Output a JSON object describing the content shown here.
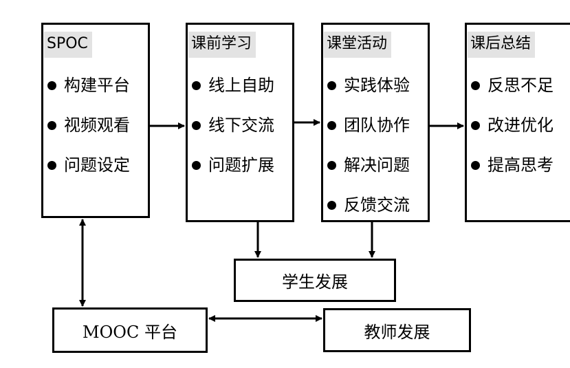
{
  "stages": [
    {
      "title": "SPOC",
      "items": [
        "构建平台",
        "视频观看",
        "问题设定"
      ]
    },
    {
      "title": "课前学习",
      "items": [
        "线上自助",
        "线下交流",
        "问题扩展"
      ]
    },
    {
      "title": "课堂活动",
      "items": [
        "实践体验",
        "团队协作",
        "解决问题",
        "反馈交流"
      ]
    },
    {
      "title": "课后总结",
      "items": [
        "反思不足",
        "改进优化",
        "提高思考"
      ]
    }
  ],
  "student_development": "学生发展",
  "mooc_platform": "MOOC 平台",
  "teacher_development": "教师发展"
}
